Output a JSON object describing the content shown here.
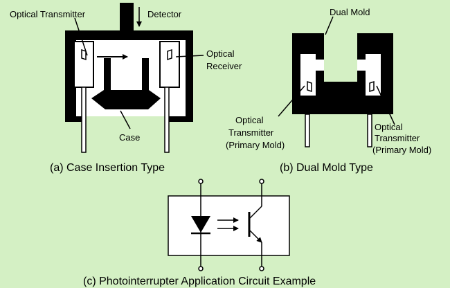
{
  "colors": {
    "background": "#d4f0c4",
    "body": "#000000",
    "part_fill": "#ffffff",
    "stroke": "#000000"
  },
  "diagram_a": {
    "labels": {
      "optical_transmitter": "Optical Transmitter",
      "detector": "Detector",
      "optical": "Optical",
      "receiver": "Receiver",
      "case": "Case"
    },
    "caption": "(a) Case Insertion Type"
  },
  "diagram_b": {
    "labels": {
      "dual_mold": "Dual Mold",
      "left_optical": "Optical",
      "left_transmitter": "Transmitter",
      "left_primary_mold": "(Primary Mold)",
      "right_optical": "Optical",
      "right_transmitter": "Transmitter",
      "right_primary_mold": "(Primary Mold)"
    },
    "caption": "(b) Dual Mold Type"
  },
  "diagram_c": {
    "caption": "(c) Photointerrupter Application Circuit Example"
  }
}
